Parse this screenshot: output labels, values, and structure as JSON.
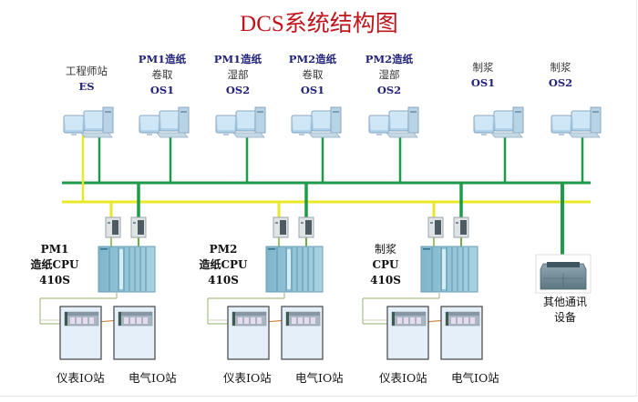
{
  "title": "DCS系统结构图",
  "colors": {
    "title": "#c0141c",
    "green_bus": "#1f9a4a",
    "yellow_bus": "#e8e82a",
    "station_label": "#22227a",
    "cpu_rack": "#8fc3d8",
    "io_cabinet": "#e2eef8"
  },
  "operator_stations": [
    {
      "line1": "工程师站",
      "line2": "",
      "line3": "ES",
      "icon": "workstation-icon",
      "networks": [
        "green",
        "yellow"
      ]
    },
    {
      "line1": "PM1造纸",
      "line2": "卷取",
      "line3": "OS1",
      "icon": "workstation-icon",
      "networks": [
        "green"
      ]
    },
    {
      "line1": "PM1造纸",
      "line2": "湿部",
      "line3": "OS2",
      "icon": "workstation-icon",
      "networks": [
        "green"
      ]
    },
    {
      "line1": "PM2造纸",
      "line2": "卷取",
      "line3": "OS1",
      "icon": "workstation-icon",
      "networks": [
        "green"
      ]
    },
    {
      "line1": "PM2造纸",
      "line2": "湿部",
      "line3": "OS2",
      "icon": "workstation-icon",
      "networks": [
        "green"
      ]
    },
    {
      "line1": "制浆",
      "line2": "",
      "line3": "OS1",
      "icon": "workstation-icon",
      "networks": [
        "green"
      ]
    },
    {
      "line1": "制浆",
      "line2": "",
      "line3": "OS2",
      "icon": "workstation-icon",
      "networks": [
        "green"
      ]
    }
  ],
  "networks": {
    "terminal_bus": "green",
    "plant_bus": "yellow"
  },
  "controllers": [
    {
      "line1": "PM1",
      "line2": "造纸CPU",
      "line3": "410S",
      "io_stations": [
        "仪表IO站",
        "电气IO站"
      ]
    },
    {
      "line1": "PM2",
      "line2": "造纸CPU",
      "line3": "410S",
      "io_stations": [
        "仪表IO站",
        "电气IO站"
      ]
    },
    {
      "line1": "制浆",
      "line2": "CPU",
      "line3": "410S",
      "io_stations": [
        "仪表IO站",
        "电气IO站"
      ]
    }
  ],
  "other_device": {
    "line1": "其他通讯",
    "line2": "设备"
  }
}
